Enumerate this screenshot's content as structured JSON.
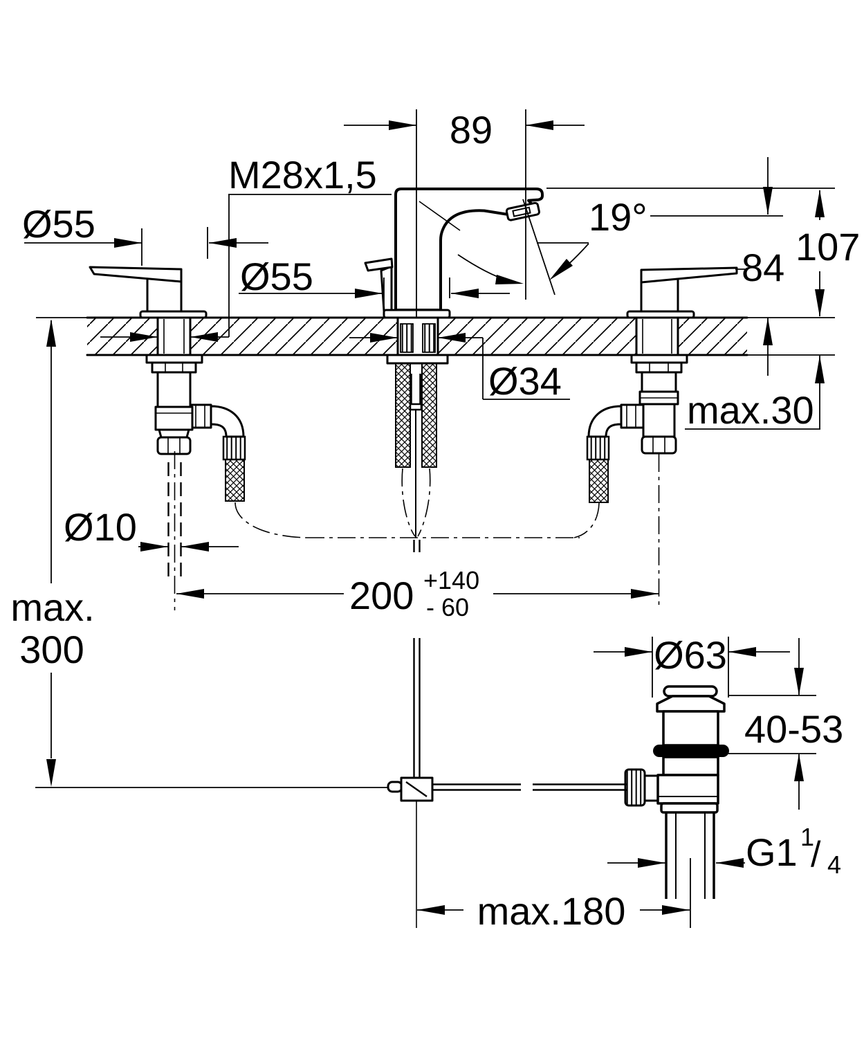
{
  "drawing": {
    "kind": "technical-dimension-drawing",
    "subject": "3-hole basin mixer with side valves and pop-up waste",
    "line_color": "#000000",
    "background_color": "#ffffff"
  },
  "labels": {
    "spout_reach": "89",
    "side_valve_thread": "M28x1,5",
    "handle_dia": "Ø55",
    "spout_base_dia": "Ø55",
    "spout_angle": "19°",
    "height_total": "107",
    "height_outlet": "84",
    "deck_thickness": "max.30",
    "center_shank_dia": "Ø34",
    "pipe_dia": "Ø10",
    "depth_max_word": "max.",
    "depth_max_value": "300",
    "center_distance": "200",
    "center_distance_plus": "+140",
    "center_distance_minus": "- 60",
    "waste_flange_dia": "Ø63",
    "basin_thickness": "40-53",
    "waste_thread_main": "G1",
    "waste_thread_num": "1",
    "waste_thread_slash": "/",
    "waste_thread_den": "4",
    "rod_offset": "max.180"
  }
}
